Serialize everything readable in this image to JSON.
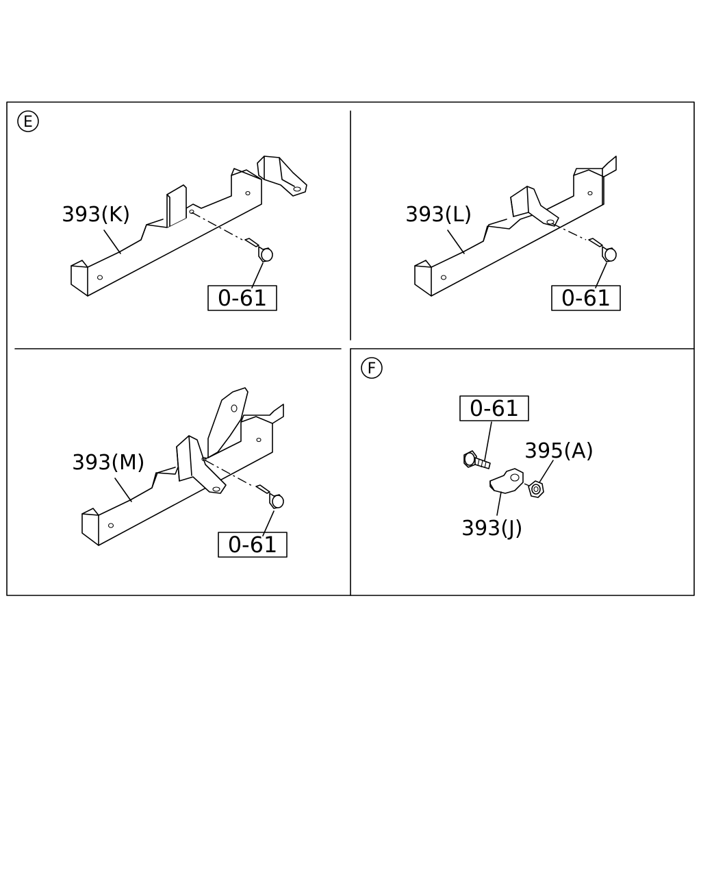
{
  "sections": {
    "e": {
      "marker": "E"
    },
    "f": {
      "marker": "F"
    }
  },
  "panels": {
    "top_left": {
      "part_label": "393(K)",
      "fastener_label": "0-61"
    },
    "top_right": {
      "part_label": "393(L)",
      "fastener_label": "0-61"
    },
    "bottom_left": {
      "part_label": "393(M)",
      "fastener_label": "0-61"
    },
    "bottom_right": {
      "fastener_label": "0-61",
      "nut_label": "395(A)",
      "clamp_label": "393(J)"
    }
  },
  "colors": {
    "ink": "#000000",
    "paper": "#ffffff"
  }
}
